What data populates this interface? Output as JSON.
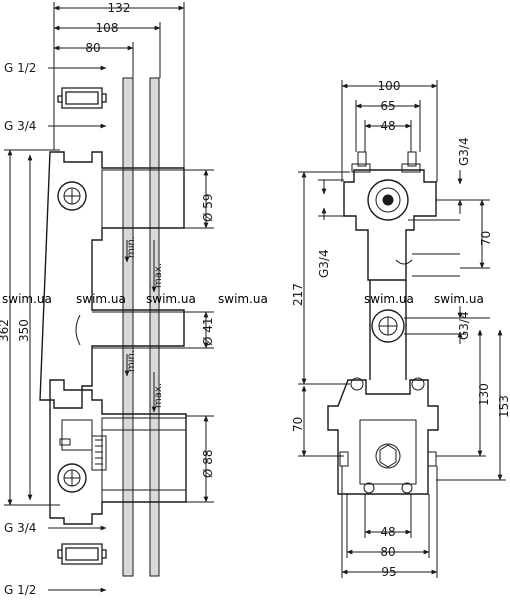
{
  "left_view": {
    "top_dims": [
      "132",
      "108",
      "80"
    ],
    "g_top_half": "G 1/2",
    "g_top_three_quarter": "G 3/4",
    "g_bottom_three_quarter": "G 3/4",
    "g_bottom_half": "G 1/2",
    "height_362": "362",
    "height_350": "350",
    "dia_59": "Ø 59",
    "dia_41": "Ø 41",
    "dia_88": "Ø 88",
    "min_label": "min.",
    "max_label": "max."
  },
  "right_view": {
    "top_dims": [
      "100",
      "65",
      "48"
    ],
    "bottom_dims": [
      "48",
      "80",
      "95"
    ],
    "g_three_quarter_top": "G3/4",
    "g_three_quarter_mid": "G3/4",
    "g_three_quarter_left": "G3/4",
    "dim_217": "217",
    "dim_70_left": "70",
    "dim_70_right": "70",
    "dim_130": "130",
    "dim_153": "153"
  },
  "watermarks": [
    "swim.ua",
    "swim.ua",
    "swim.ua",
    "swim.ua",
    "swim.ua",
    "swim.ua"
  ],
  "colors": {
    "line": "#1a1a1a",
    "wall": "#d9d9d9",
    "background": "#ffffff"
  }
}
